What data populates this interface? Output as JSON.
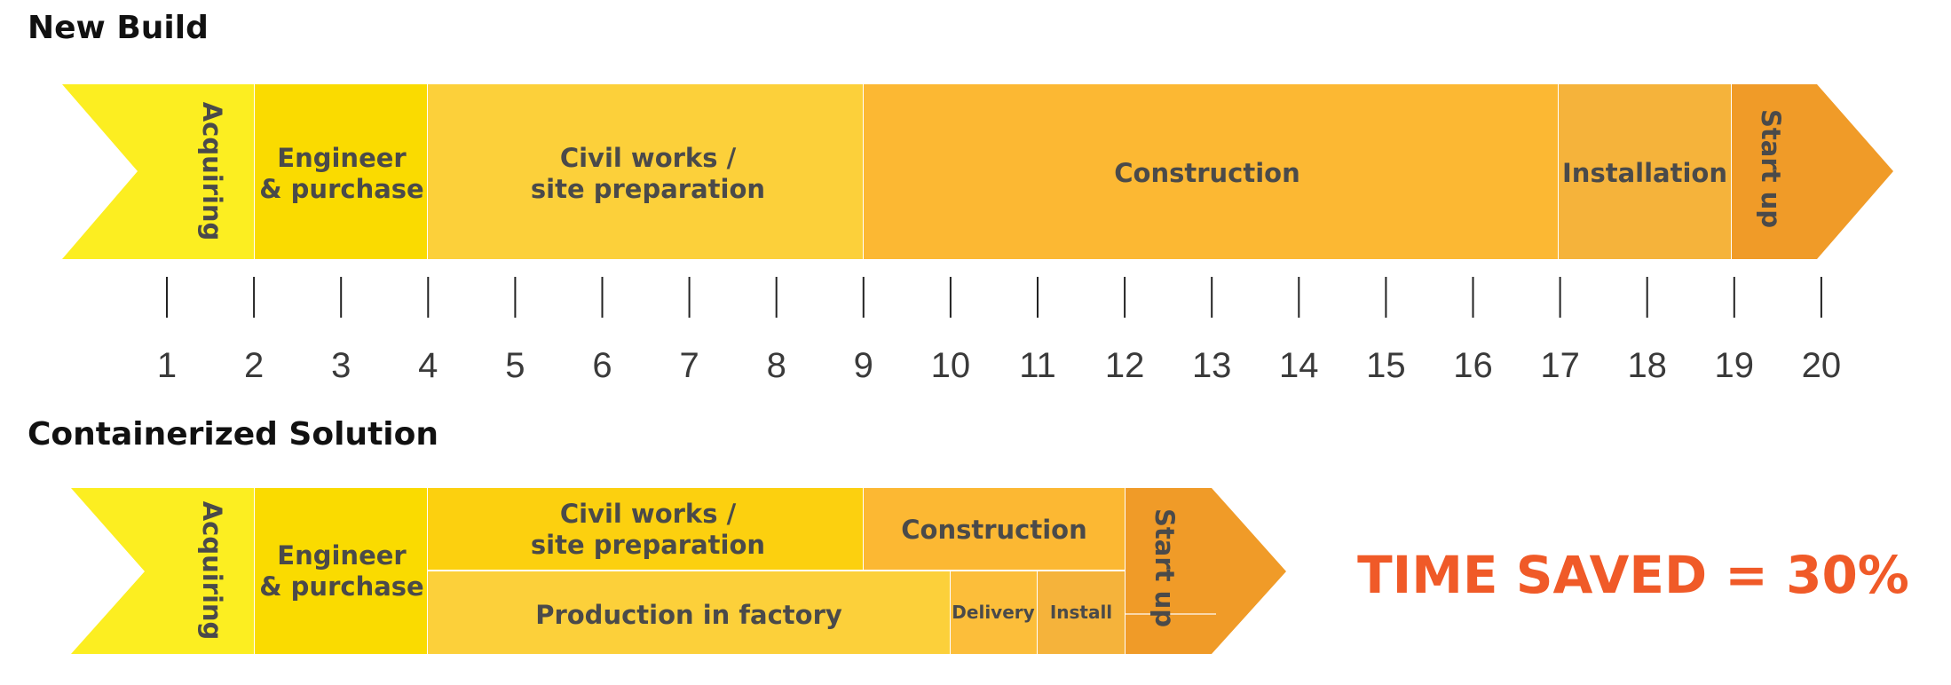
{
  "new_build": {
    "title": "New Build",
    "labels": {
      "acquiring": "Acquiring",
      "engineer_l1": "Engineer",
      "engineer_l2": "& purchase",
      "civil_l1": "Civil works /",
      "civil_l2": "site preparation",
      "construction": "Construction",
      "installation": "Installation",
      "startup": "Start up"
    }
  },
  "containerized": {
    "title": "Containerized Solution",
    "labels": {
      "acquiring": "Acquiring",
      "engineer_l1": "Engineer",
      "engineer_l2": "& purchase",
      "civil_l1": "Civil works /",
      "civil_l2": "site preparation",
      "construction": "Construction",
      "production": "Production in factory",
      "delivery": "Delivery",
      "install": "Install",
      "startup": "Start up"
    }
  },
  "timeline": {
    "ticks": [
      1,
      2,
      3,
      4,
      5,
      6,
      7,
      8,
      9,
      10,
      11,
      12,
      13,
      14,
      15,
      16,
      17,
      18,
      19,
      20
    ]
  },
  "time_saved": "TIME SAVED = 30%",
  "colors": {
    "yellow_1": "#fcee21",
    "yellow_2": "#fadb00",
    "yellow_3": "#fcd03a",
    "orange_1": "#fcb833",
    "orange_2": "#f5b33b",
    "orange_3": "#f09b28",
    "accent": "#f05a28"
  }
}
